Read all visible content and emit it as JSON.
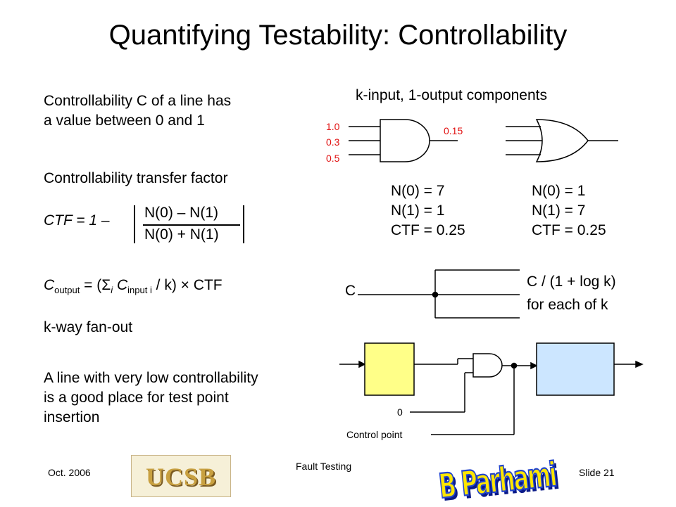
{
  "slide": {
    "title": "Quantifying Testability: Controllability",
    "footer_left": "Oct. 2006",
    "footer_center": "Fault Testing",
    "footer_right": "Slide 21",
    "logo_ucsb": "UCSB",
    "logo_author": "B Parhami"
  },
  "left": {
    "p1_line1": "Controllability C of a line has",
    "p1_line2": "a value between 0 and 1",
    "ctf_heading": "Controllability transfer factor",
    "ctf_lhs": "CTF = 1 –",
    "ctf_num": "N(0) – N(1)",
    "ctf_den": "N(0) + N(1)",
    "cout_c": "C",
    "cout_sub_output": "output",
    "cout_mid1": " = (",
    "cout_sigma": "Σ",
    "cout_sub_i": "i",
    "cout_c2": " C",
    "cout_sub_input": "input i",
    "cout_mid2": " / k) × CTF",
    "fanout_label": "k-way fan-out",
    "tp_line1": "A line with very low controllability",
    "tp_line2": "is a good place for test point",
    "tp_line3": "insertion"
  },
  "right": {
    "components_heading": "k-input, 1-output components",
    "and_inputs": [
      "1.0",
      "0.3",
      "0.5"
    ],
    "and_output": "0.15",
    "and_stats": [
      "N(0) = 7",
      "N(1) = 1",
      "CTF = 0.25"
    ],
    "or_stats": [
      "N(0) = 1",
      "N(1) = 7",
      "CTF = 0.25"
    ],
    "fanout_input": "C",
    "fanout_formula": "C / (1 + log k)",
    "fanout_each": "for each of k",
    "control_value": "0",
    "control_label": "Control point"
  },
  "colors": {
    "red_values": "#e11010",
    "box_left": "#ffff88",
    "box_right": "#cce6ff",
    "ucsb_logo": "#c8a040"
  }
}
